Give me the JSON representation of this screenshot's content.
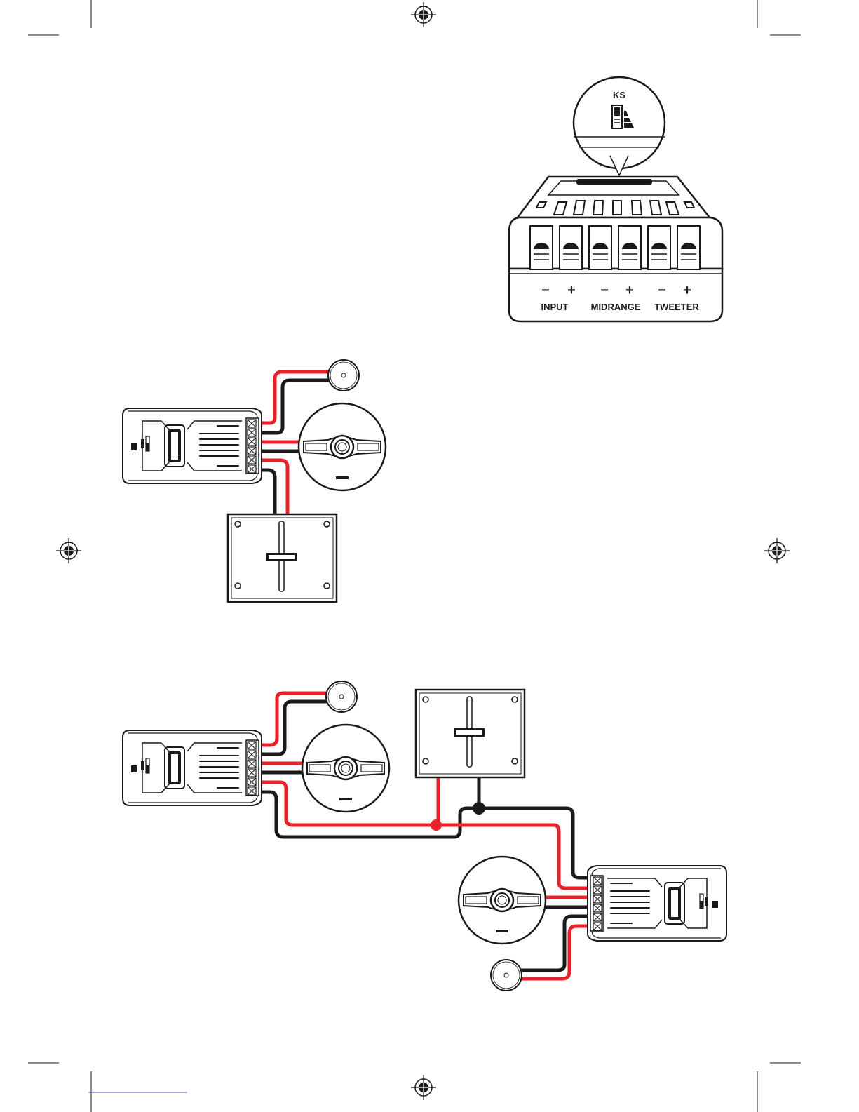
{
  "crossover_detail": {
    "model_label": "KS",
    "terminal_signs": [
      "−",
      "+",
      "−",
      "+",
      "−",
      "+"
    ],
    "terminal_groups": [
      "INPUT",
      "MIDRANGE",
      "TWEETER"
    ]
  },
  "colors": {
    "positive_wire": "#e8202a",
    "negative_wire": "#1a1a1a",
    "line": "#1a1a1a",
    "background": "#ffffff"
  },
  "icons": [
    "registration-mark-icon",
    "crossover-unit",
    "tweeter",
    "midrange-woofer",
    "amplifier"
  ]
}
